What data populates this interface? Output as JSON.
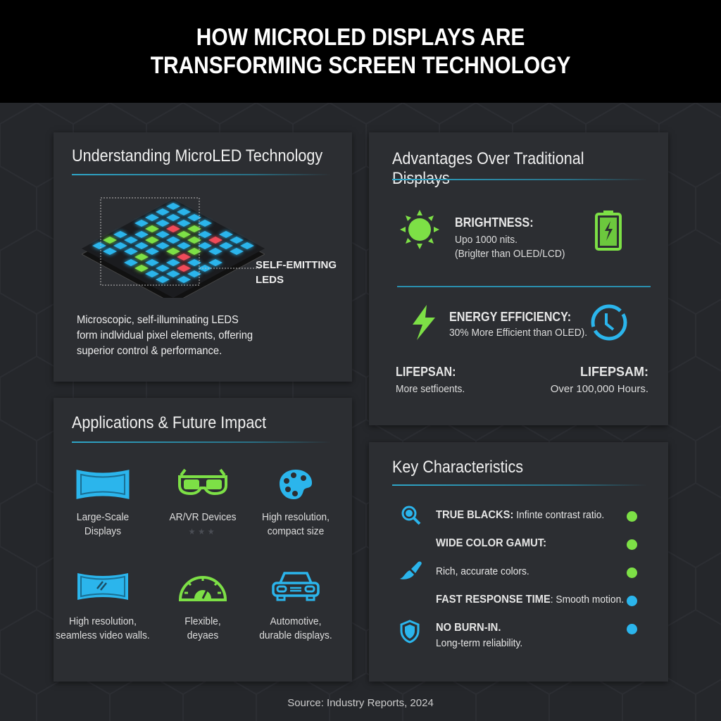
{
  "header": {
    "title_line1": "HOW MICROLED DISPLAYS ARE",
    "title_line2": "TRANSFORMING SCREEN TECHNOLOGY"
  },
  "colors": {
    "accent_blue": "#2bb5ec",
    "accent_green": "#7de046",
    "led_red": "#f04b5a",
    "panel": "#2c2e32",
    "background": "#25272b"
  },
  "understanding": {
    "title": "Understanding MicroLED Technology",
    "callout": [
      "SELF-EMITTING",
      "LEDS"
    ],
    "description": [
      "Microscopic, self-illuminating LEDS",
      "form indlvidual pixel elements, offering",
      "superior control & performance."
    ]
  },
  "advantages": {
    "title": "Advantages Over Traditional Displays",
    "brightness": {
      "icon": "sun-icon",
      "label": "BRIGHTNESS:",
      "lines": [
        "Upo 1000 nits.",
        "(Briglter than OLED/LCD)"
      ],
      "side_icon": "battery-icon"
    },
    "energy": {
      "icon": "lightning-icon",
      "label": "ENERGY EFFICIENCY:",
      "text": "30% More Efficient than OLED).",
      "side_icon": "clock-icon"
    },
    "lifespan_left": {
      "label": "LIFEPSAN:",
      "text": "More setfioents."
    },
    "lifespan_right": {
      "label": "LIFEPSAM:",
      "text": "Over 100,000 Hours."
    }
  },
  "applications": {
    "title": "Applications & Future Impact",
    "items": [
      {
        "icon": "curved-display-icon",
        "lines": [
          "Large-Scale",
          "Displays"
        ]
      },
      {
        "icon": "ar-vr-glasses-icon",
        "lines": [
          "AR/VR Devices",
          ""
        ],
        "stars": 3
      },
      {
        "icon": "palette-icon",
        "lines": [
          "High resolution,",
          "compact size"
        ]
      },
      {
        "icon": "video-wall-icon",
        "lines": [
          "High resolution,",
          "seamless video walls."
        ]
      },
      {
        "icon": "gauge-icon",
        "lines": [
          "Flexible,",
          "deyaes"
        ]
      },
      {
        "icon": "car-icon",
        "lines": [
          "Automotive,",
          "durable displays."
        ]
      }
    ]
  },
  "characteristics": {
    "title": "Key Characteristics",
    "rows": [
      {
        "icon": "magnifier-icon",
        "label": "TRUE BLACKS:",
        "text": " Infinte contrast ratio.",
        "dot": "#7de046"
      },
      {
        "icon": "",
        "label": "WIDE COLOR GAMUT:",
        "text": "",
        "dot": "#7de046"
      },
      {
        "icon": "brush-icon",
        "label": "",
        "text": "Rich, accurate colors.",
        "dot": "#7de046"
      },
      {
        "icon": "",
        "label": "FAST RESPONSE TIME",
        "text": ": Smooth motion.",
        "dot": "#2bb5ec"
      },
      {
        "icon": "shield-icon",
        "label": "NO BURN-IN.",
        "text": "Long-term reliability.",
        "dot": "#2bb5ec"
      }
    ]
  },
  "source": "Source: Industry Reports, 2024"
}
